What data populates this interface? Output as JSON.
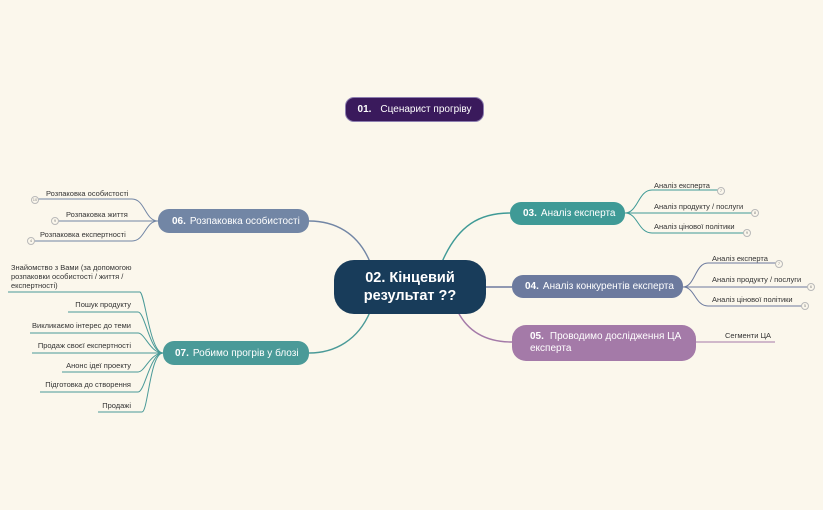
{
  "colors": {
    "background": "#fbf7ec",
    "top": "#3a1a5c",
    "center": "#183c5a",
    "n03": "#3f9a96",
    "n04": "#6c7a9e",
    "n05": "#a47aa8",
    "n06": "#7286a5",
    "n07": "#4a9a98"
  },
  "top_node": {
    "num": "01.",
    "label": "Сценарист прогріву"
  },
  "center": {
    "label": "02. Кінцевий результат ??"
  },
  "n03": {
    "num": "03.",
    "label": "Аналіз експерта",
    "children": [
      {
        "label": "Аналіз експерта",
        "badge": "7"
      },
      {
        "label": "Аналіз продукту / послуги",
        "badge": "8"
      },
      {
        "label": "Аналіз цінової політики",
        "badge": "9"
      }
    ]
  },
  "n04": {
    "num": "04.",
    "label": "Аналіз конкурентів експерта",
    "children": [
      {
        "label": "Аналіз експерта",
        "badge": "7"
      },
      {
        "label": "Аналіз продукту / послуги",
        "badge": "6"
      },
      {
        "label": "Аналіз цінової політики",
        "badge": "5"
      }
    ]
  },
  "n05": {
    "num": "05.",
    "label": "Проводимо дослідження ЦА експерта",
    "children": [
      {
        "label": "Сегменти ЦА"
      }
    ]
  },
  "n06": {
    "num": "06.",
    "label": "Розпаковка особистості",
    "children": [
      {
        "label": "Розпаковка особистості",
        "badge": "10"
      },
      {
        "label": "Розпаковка життя",
        "badge": "9"
      },
      {
        "label": "Розпаковка експертності",
        "badge": "4"
      }
    ]
  },
  "n07": {
    "num": "07.",
    "label": "Робимо прогрів у блозі",
    "children": [
      {
        "label": "Знайомство з Вами (за допомогою розпаковки особистості / життя / експертності)"
      },
      {
        "label": "Пошук продукту"
      },
      {
        "label": "Викликаємо інтерес до теми"
      },
      {
        "label": "Продаж своєї  експертності"
      },
      {
        "label": "Анонс ідеї проекту"
      },
      {
        "label": "Підготовка до створення"
      },
      {
        "label": "Продажі"
      }
    ]
  }
}
